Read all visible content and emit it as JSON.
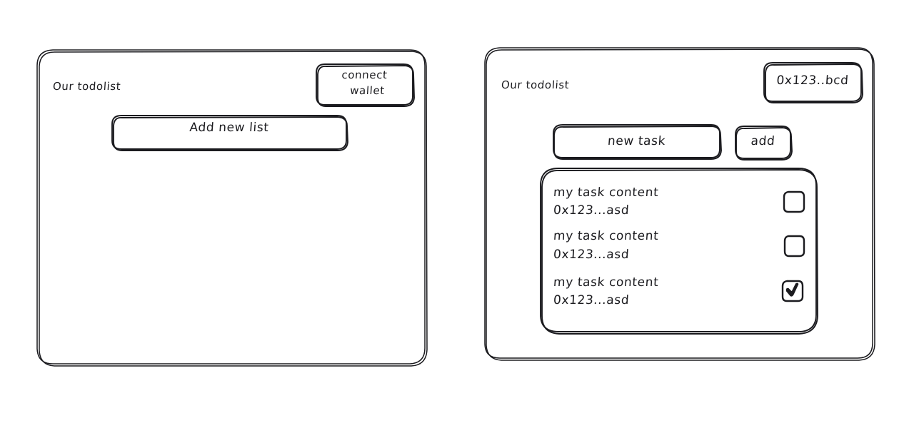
{
  "meta": {
    "style": "hand-drawn wireframe",
    "background_color": "#ffffff",
    "stroke_color": "#1b1b1f"
  },
  "panels": [
    {
      "id": "disconnected-state",
      "name": "todolist-app-disconnected",
      "title": "Our todolist",
      "wallet_button": {
        "label_line1": "connect",
        "label_line2": "wallet",
        "state": "disconnected"
      },
      "add_list_button": {
        "label": "Add new list"
      }
    },
    {
      "id": "connected-state",
      "name": "todolist-app-connected",
      "title": "Our todolist",
      "wallet_button": {
        "label": "0x123..bcd",
        "state": "connected"
      },
      "new_task_input": {
        "value": "new task",
        "placeholder": "new task"
      },
      "add_button": {
        "label": "add"
      },
      "task_list": [
        {
          "content": "my task content",
          "address": "0x123...asd",
          "checked": false
        },
        {
          "content": "my task content",
          "address": "0x123...asd",
          "checked": false
        },
        {
          "content": "my task content",
          "address": "0x123...asd",
          "checked": true
        }
      ]
    }
  ]
}
